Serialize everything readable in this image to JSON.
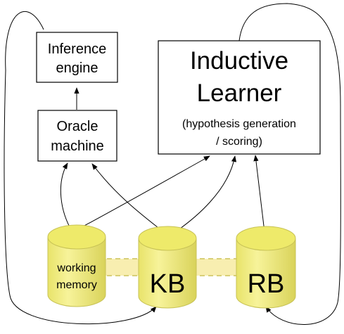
{
  "nodes": {
    "inference_engine": {
      "line1": "Inference",
      "line2": "engine"
    },
    "oracle_machine": {
      "line1": "Oracle",
      "line2": "machine"
    },
    "inductive_learner": {
      "title_line1": "Inductive",
      "title_line2": "Learner",
      "sub_line1": "(hypothesis generation",
      "sub_line2": "/ scoring)"
    },
    "working_memory": {
      "line1": "working",
      "line2": "memory"
    },
    "kb": {
      "label": "KB"
    },
    "rb": {
      "label": "RB"
    }
  },
  "colors": {
    "cylinder_body": "#f0ec7e",
    "cylinder_top": "#eeea6a",
    "cylinder_rim": "#c7c255",
    "link_band": "#f8eeb0",
    "link_dash": "#d8cf78",
    "line": "#000000",
    "box_fill": "#ffffff"
  },
  "edges": [
    {
      "from": "oracle_machine",
      "to": "inference_engine"
    },
    {
      "from": "working_memory",
      "to": "oracle_machine"
    },
    {
      "from": "kb",
      "to": "oracle_machine"
    },
    {
      "from": "working_memory",
      "to": "inductive_learner"
    },
    {
      "from": "kb",
      "to": "inductive_learner"
    },
    {
      "from": "rb",
      "to": "inductive_learner"
    },
    {
      "from": "inference_engine",
      "to": "kb"
    },
    {
      "from": "inductive_learner",
      "to": "rb"
    }
  ]
}
